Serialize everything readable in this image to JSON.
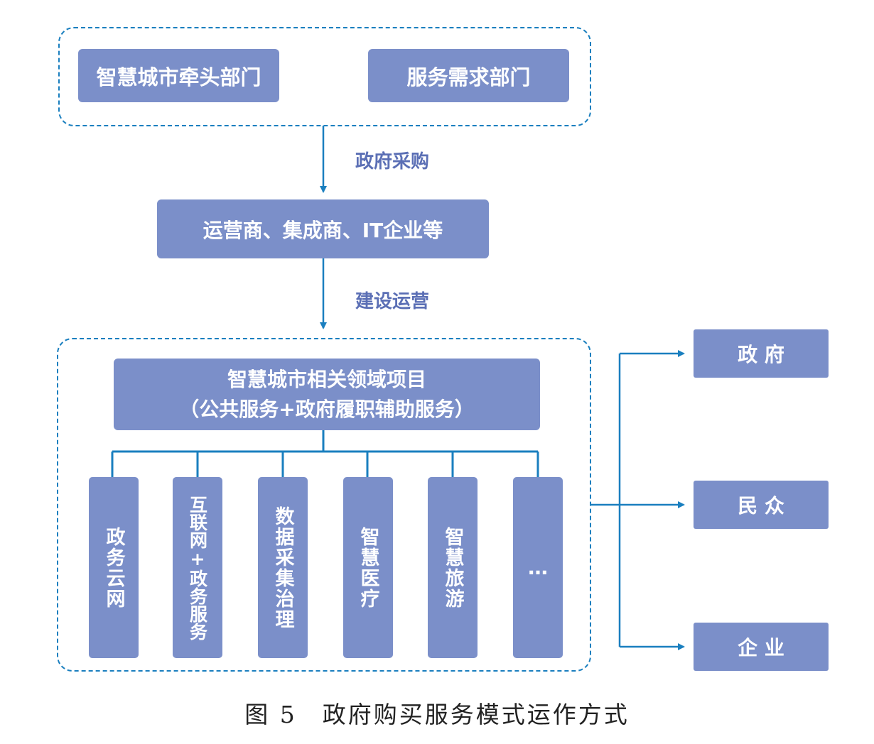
{
  "top_group": {
    "left_box": "智慧城市牵头部门",
    "right_box": "服务需求部门"
  },
  "edge1_label": "政府采购",
  "middle_box": "运营商、集成商、IT企业等",
  "edge2_label": "建设运营",
  "bottom_group": {
    "project_title_line1": "智慧城市相关领域项目",
    "project_title_line2": "（公共服务+政府履职辅助服务）",
    "columns": [
      "政务云网",
      "互联网+政务服务",
      "数据采集治理",
      "智慧医疗",
      "智慧旅游",
      "…"
    ]
  },
  "targets": [
    "政 府",
    "民 众",
    "企 业"
  ],
  "caption": "图 5　政府购买服务模式运作方式",
  "colors": {
    "box": "#7b8fc9",
    "line": "#1a7fbf",
    "label": "#5b6fb5"
  }
}
